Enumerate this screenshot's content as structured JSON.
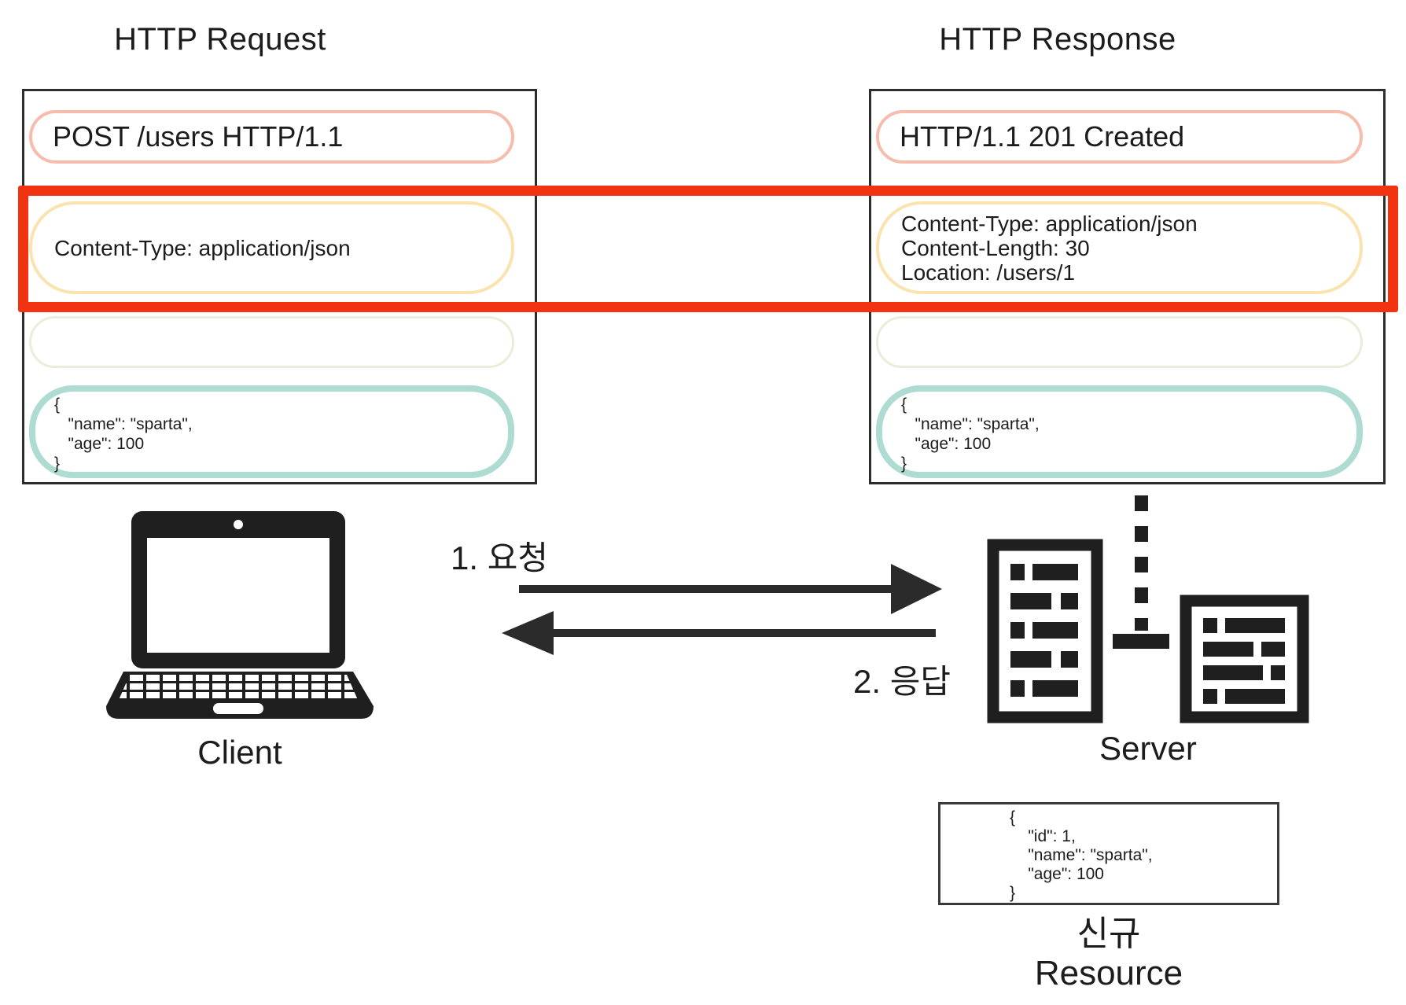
{
  "request": {
    "title": "HTTP Request",
    "start_line": "POST /users HTTP/1.1",
    "headers": [
      "Content-Type: application/json"
    ],
    "body_lines": [
      "{",
      "   \"name\": \"sparta\",",
      "   \"age\": 100",
      "}"
    ]
  },
  "response": {
    "title": "HTTP Response",
    "status_line": "HTTP/1.1 201 Created",
    "headers": [
      "Content-Type: application/json",
      "Content-Length: 30",
      "Location: /users/1"
    ],
    "body_lines": [
      "{",
      "   \"name\": \"sparta\",",
      "   \"age\": 100",
      "}"
    ]
  },
  "flow": {
    "request_label": "1. 요청",
    "response_label": "2. 응답",
    "client_label": "Client",
    "server_label": "Server"
  },
  "resource": {
    "json_lines": [
      "{",
      "    \"id\": 1,",
      "    \"name\": \"sparta\",",
      "    \"age\": 100",
      "}"
    ],
    "label_korean": "신규",
    "label_english": "Resource"
  },
  "colors": {
    "highlight_red": "#f13311",
    "pill_pink": "#f6bcac",
    "pill_yellow": "#fbe3b0",
    "pill_green": "#e8eed9",
    "pill_teal": "#aedcd3",
    "icon_black": "#1f1f1f"
  }
}
